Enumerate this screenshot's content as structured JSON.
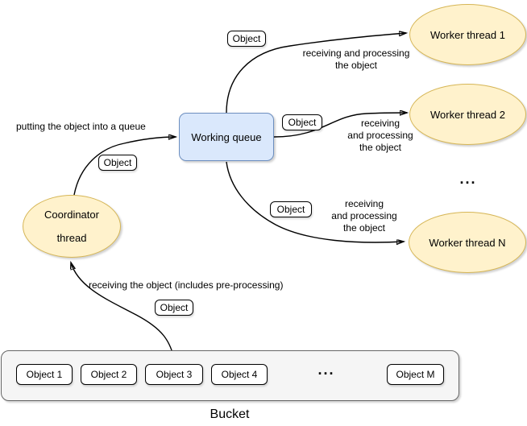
{
  "nodes": {
    "working_queue": {
      "label": "Working queue"
    },
    "coordinator": {
      "label": "Coordinator\nthread"
    },
    "worker1": {
      "label": "Worker thread 1"
    },
    "worker2": {
      "label": "Worker thread 2"
    },
    "workerN": {
      "label": "Worker thread N"
    },
    "workers_ellipsis": "..."
  },
  "bucket": {
    "label": "Bucket",
    "items": [
      "Object 1",
      "Object 2",
      "Object 3",
      "Object 4",
      "Object M"
    ],
    "ellipsis": "..."
  },
  "edge_labels": {
    "object_tag": "Object",
    "putting": "putting the object into a queue",
    "receiving_pre": "receiving the object (includes pre-processing)",
    "recv_worker1": "receiving and processing\nthe object",
    "recv_worker2": "receiving\nand processing\nthe object",
    "recv_workerN": "receiving\nand processing\nthe object"
  },
  "colors": {
    "yellow_fill": "#FFF2CC",
    "yellow_stroke": "#D6B656",
    "blue_fill": "#DAE8FC",
    "blue_stroke": "#6C8EBF",
    "bucket_fill": "#F5F5F5",
    "bucket_stroke": "#666666",
    "box_fill": "#FFFFFF",
    "box_stroke": "#000000",
    "edge_color": "#000000",
    "text_color": "#000000"
  }
}
